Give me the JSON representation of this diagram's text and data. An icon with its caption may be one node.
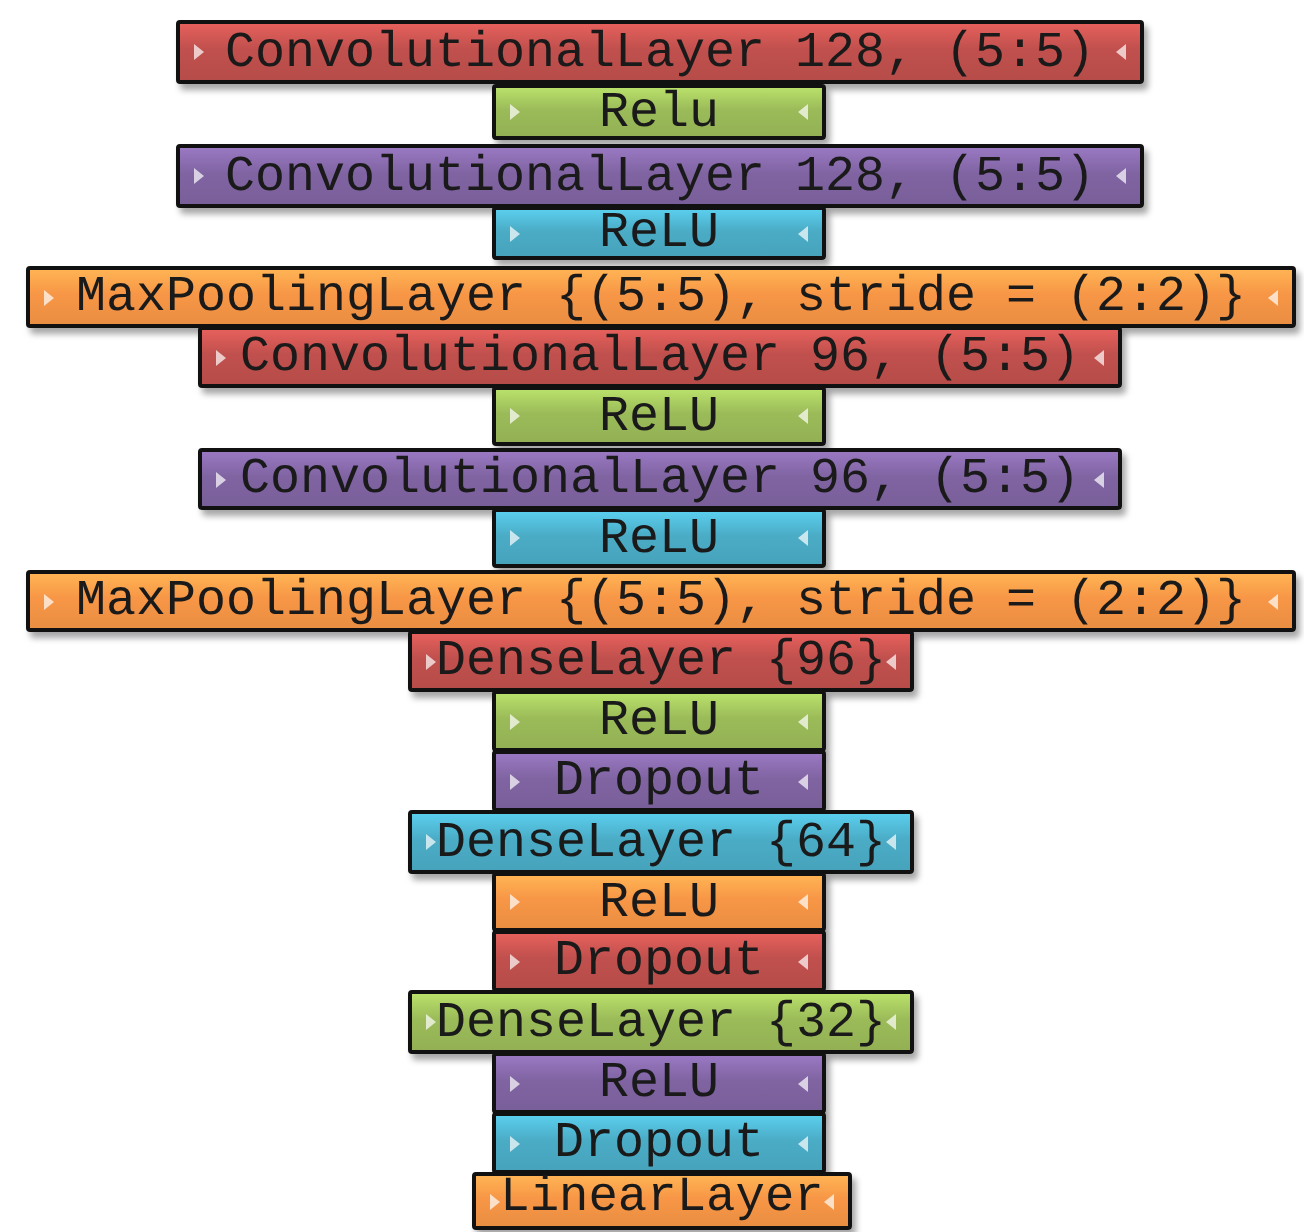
{
  "diagram": {
    "nodes": [
      {
        "text": [
          "ConvolutionalLayer 128, (5:5)"
        ]
      },
      {
        "text": [
          "Relu"
        ]
      },
      {
        "text": [
          "ConvolutionalLayer 128, (5:5)"
        ]
      },
      {
        "text": [
          "ReLU"
        ]
      },
      {
        "text": [
          "MaxPoolingLayer {(5:5), stride = (2:2)}"
        ]
      },
      {
        "text": [
          "ConvolutionalLayer 96, (5:5)"
        ]
      },
      {
        "text": [
          "ReLU"
        ]
      },
      {
        "text": [
          "ConvolutionalLayer 96, (5:5)"
        ]
      },
      {
        "text": [
          "ReLU"
        ]
      },
      {
        "text": [
          "MaxPoolingLayer {(5:5), stride = (2:2)}"
        ]
      },
      {
        "text": [
          "DenseLayer {96}"
        ]
      },
      {
        "text": [
          "ReLU"
        ]
      },
      {
        "text": [
          "Dropout"
        ]
      },
      {
        "text": [
          "DenseLayer {64}"
        ]
      },
      {
        "text": [
          "ReLU"
        ]
      },
      {
        "text": [
          "Dropout"
        ]
      },
      {
        "text": [
          "DenseLayer {32}"
        ]
      },
      {
        "text": [
          "ReLU"
        ]
      },
      {
        "text": [
          "Dropout"
        ]
      },
      {
        "text": [
          "LinearLayer"
        ]
      }
    ]
  }
}
